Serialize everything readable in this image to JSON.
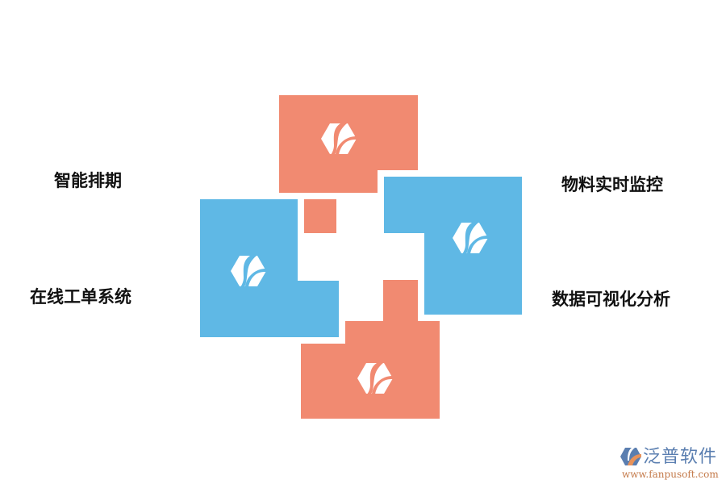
{
  "colors": {
    "salmon": "#f18a71",
    "blue": "#5fb8e5",
    "text": "#111111",
    "brand_blue": "#5a7eb0",
    "brand_orange": "#c47a4a"
  },
  "labels": {
    "top_left": "智能排期",
    "bottom_left": "在线工单系统",
    "top_right": "物料实时监控",
    "bottom_right": "数据可视化分析"
  },
  "blocks": [
    {
      "name": "top-salmon-block",
      "color": "salmon",
      "icon": "fanpu-logo-icon"
    },
    {
      "name": "left-blue-block",
      "color": "blue",
      "icon": "fanpu-logo-icon"
    },
    {
      "name": "right-blue-block",
      "color": "blue",
      "icon": "fanpu-logo-icon"
    },
    {
      "name": "bottom-salmon-block",
      "color": "salmon",
      "icon": "fanpu-logo-icon"
    }
  ],
  "watermark": {
    "brand": "泛普软件",
    "url": "www.fanpusoft.com"
  }
}
